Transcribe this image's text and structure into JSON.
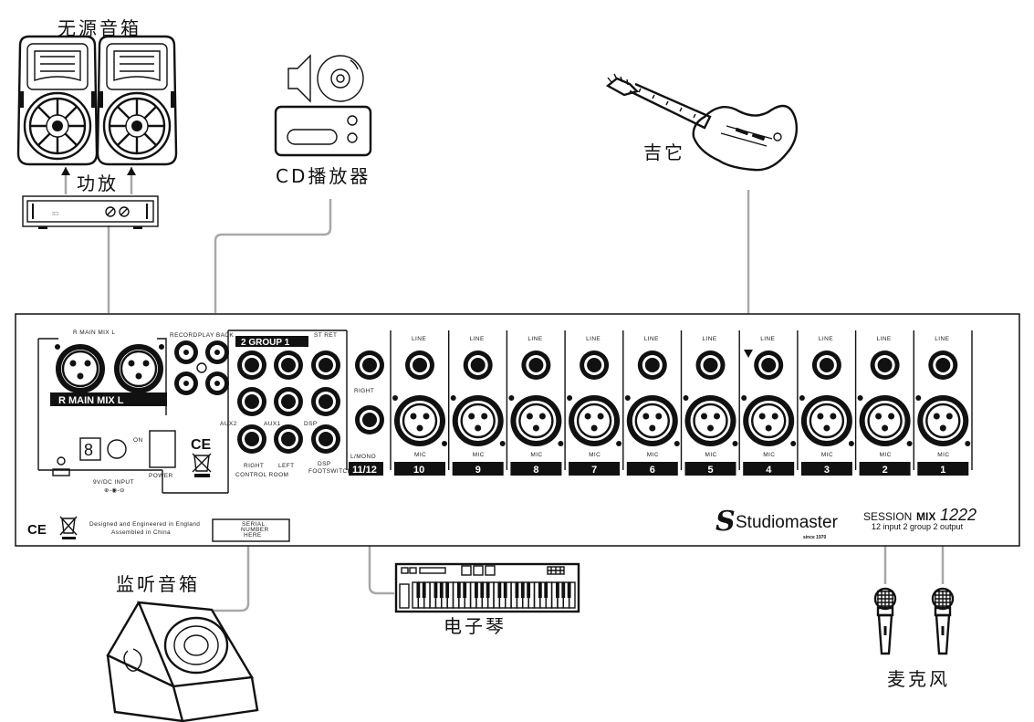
{
  "labels": {
    "passive_speakers": "无源音箱",
    "amplifier": "功放",
    "cd_player": "CD播放器",
    "guitar": "吉它",
    "monitor_speaker": "监听音箱",
    "keyboard": "电子琴",
    "microphones": "麦克风"
  },
  "mixer": {
    "main_mix_top": "R    MAIN MIX    L",
    "main_mix_bar": "R    MAIN MIX    L",
    "record": "RECORD",
    "play_back": "PLAY BACK",
    "group_bar": "2   GROUP   1",
    "st_ret": "ST RET",
    "aux2": "AUX2",
    "aux1": "AUX1",
    "dsp": "DSP",
    "right": "RIGHT",
    "left": "LEFT",
    "control_room": "CONTROL ROOM",
    "dsp_footswitch_1": "DSP",
    "dsp_footswitch_2": "FOOTSWITCH",
    "st_in_right": "RIGHT",
    "l_mono": "L/MONO",
    "ch_1112": "11/12",
    "line_label": "LINE",
    "mic_label": "MIC",
    "power_display": "8",
    "on": "ON",
    "power": "POWER",
    "input_voltage": "9V/DC INPUT",
    "ce": "CE",
    "designed_1": "Designed and Engineered in England",
    "designed_2": "Assembled in China",
    "serial_1": "SERIAL",
    "serial_2": "NUMBER",
    "serial_3": "HERE",
    "brand": "Studiomaster",
    "brand_since": "since 1970",
    "model_prefix": "SESSION",
    "model_bold": "MIX",
    "model_number": "1222",
    "model_subtitle": "12 input 2 group 2 output"
  },
  "channels": [
    "10",
    "9",
    "8",
    "7",
    "6",
    "5",
    "4",
    "3",
    "2",
    "1"
  ],
  "microphones": [
    {
      "channel": "2"
    },
    {
      "channel": "1"
    }
  ],
  "keyboard": {
    "white_keys": 28
  }
}
